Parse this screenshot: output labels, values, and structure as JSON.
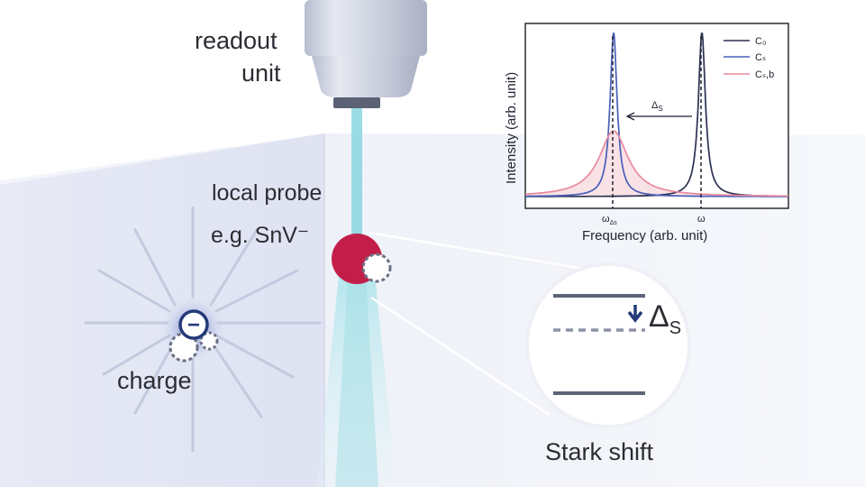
{
  "labels": {
    "readout_line1": "readout",
    "readout_line2": "unit",
    "probe_line1": "local probe",
    "probe_line2": "e.g. SnV⁻",
    "charge": "charge",
    "charge_symbol": "−",
    "stark": "Stark shift",
    "delta_main": "Δ",
    "delta_sub": "S"
  },
  "colors": {
    "beam": "#7fd3de",
    "probe": "#c31e4a",
    "charge": "#253a7a",
    "crystal": "#dfe4f4",
    "level": "#5d6478"
  },
  "chart_data": {
    "type": "line",
    "xlabel": "Frequency (arb. unit)",
    "ylabel": "Intensity (arb. unit)",
    "x_ticks": [
      "ω_Δs",
      "ω"
    ],
    "x": [
      0,
      0.25,
      0.5,
      0.75,
      1.0
    ],
    "center_shifted": 0.25,
    "center_original": 0.5,
    "arrow_label": "Δ_S",
    "series": [
      {
        "name": "C_0",
        "color": "#2c3152",
        "center": 0.5,
        "width": 0.012,
        "amp": 1.0
      },
      {
        "name": "C_s",
        "color": "#4a5fb8",
        "center": 0.25,
        "width": 0.012,
        "amp": 1.0
      },
      {
        "name": "C_s,b",
        "color": "#e88a9c",
        "center": 0.25,
        "width": 0.05,
        "amp": 0.4
      }
    ],
    "legend": [
      "C₀",
      "Cₛ",
      "Cₛ,b"
    ],
    "legend_position": "top-right"
  }
}
